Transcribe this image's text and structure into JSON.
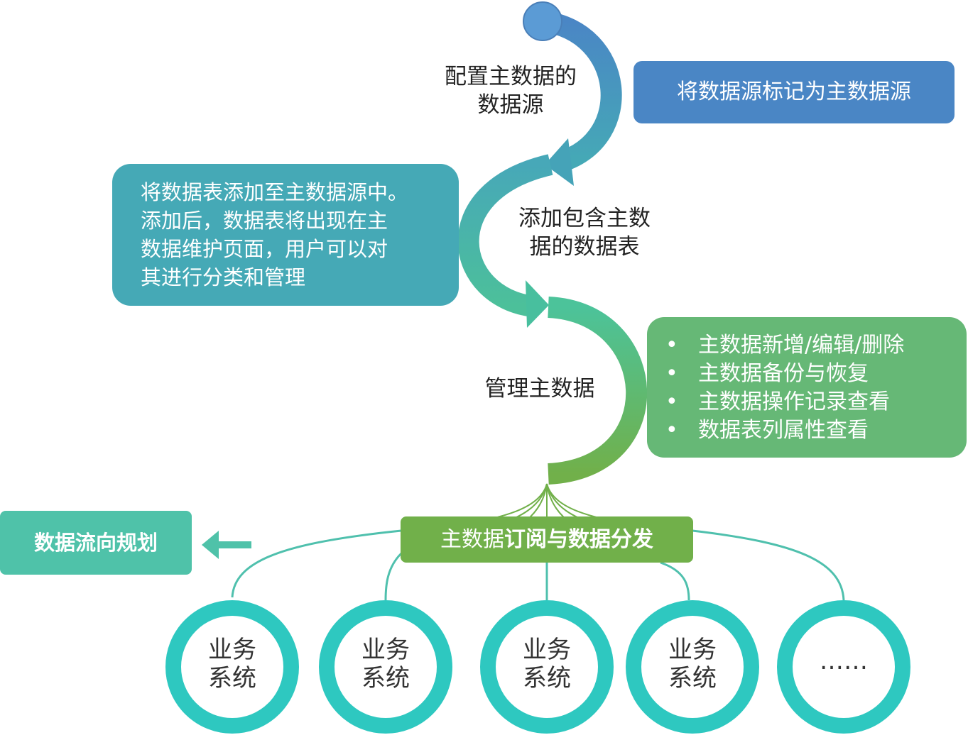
{
  "steps": [
    {
      "label_line1": "配置主数据的",
      "label_line2": "数据源",
      "note": "将数据源标记为主数据源"
    },
    {
      "label_line1": "添加包含主数",
      "label_line2": "据的数据表",
      "note_lines": [
        "将数据表添加至主数据源中。",
        "添加后，数据表将出现在主",
        "数据维护页面，用户可以对",
        "其进行分类和管理"
      ]
    },
    {
      "label": "管理主数据",
      "bullets": [
        "主数据新增/编辑/删除",
        "主数据备份与恢复",
        "主数据操作记录查看",
        "数据表列属性查看"
      ]
    }
  ],
  "distribution": {
    "prefix": "主数据",
    "bold": "订阅与数据分发"
  },
  "flow_planning": "数据流向规划",
  "systems": [
    {
      "line1": "业务",
      "line2": "系统"
    },
    {
      "line1": "业务",
      "line2": "系统"
    },
    {
      "line1": "业务",
      "line2": "系统"
    },
    {
      "line1": "业务",
      "line2": "系统"
    },
    {
      "line1": "……",
      "line2": ""
    }
  ],
  "colors": {
    "blue": "#4a86c5",
    "teal": "#45a9b6",
    "green": "#66b876",
    "dark_green": "#71b04a",
    "turquoise": "#4fc2a9",
    "circle_ring": "#2ec8c0",
    "start_dot": "#5b9bd5"
  }
}
